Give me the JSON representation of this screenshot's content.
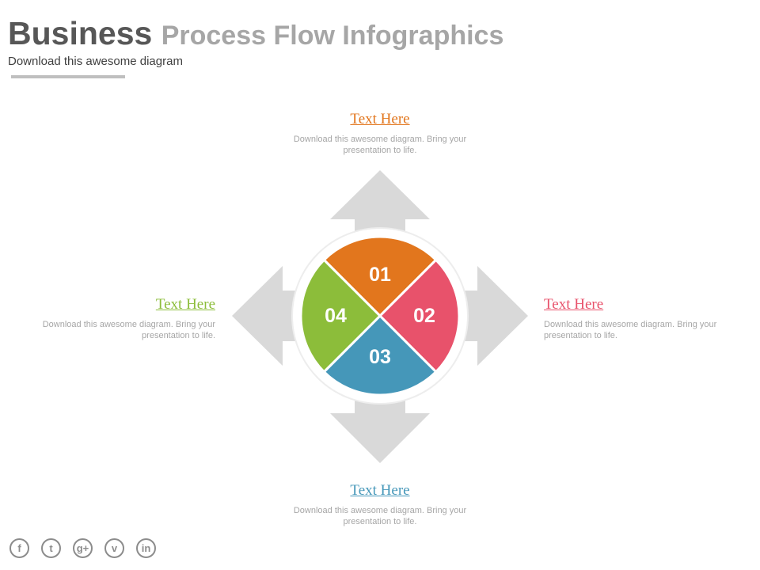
{
  "header": {
    "title_bold": "Business",
    "title_light": "Process Flow Infographics",
    "subtitle": "Download this awesome diagram"
  },
  "segments": [
    {
      "label": "01",
      "color": "#e2761d"
    },
    {
      "label": "02",
      "color": "#e8526b"
    },
    {
      "label": "03",
      "color": "#4597b9"
    },
    {
      "label": "04",
      "color": "#8cbd3a"
    }
  ],
  "callouts": {
    "top": {
      "heading": "Text Here",
      "body": "Download this awesome diagram. Bring your presentation to life.",
      "color": "#e2761d"
    },
    "right": {
      "heading": "Text Here",
      "body": "Download this awesome diagram. Bring your presentation to life.",
      "color": "#e8526b"
    },
    "bottom": {
      "heading": "Text Here",
      "body": "Download this awesome diagram. Bring your presentation to life.",
      "color": "#4597b9"
    },
    "left": {
      "heading": "Text Here",
      "body": "Download this awesome diagram. Bring your presentation to life.",
      "color": "#8cbd3a"
    }
  },
  "colors": {
    "arrow": "#d9d9d9",
    "ring": "#ededed",
    "social": "#8c8c8c"
  },
  "socials": [
    {
      "name": "facebook-icon",
      "glyph": "f"
    },
    {
      "name": "twitter-icon",
      "glyph": "t"
    },
    {
      "name": "google-plus-icon",
      "glyph": "g+"
    },
    {
      "name": "vimeo-icon",
      "glyph": "v"
    },
    {
      "name": "linkedin-icon",
      "glyph": "in"
    }
  ]
}
